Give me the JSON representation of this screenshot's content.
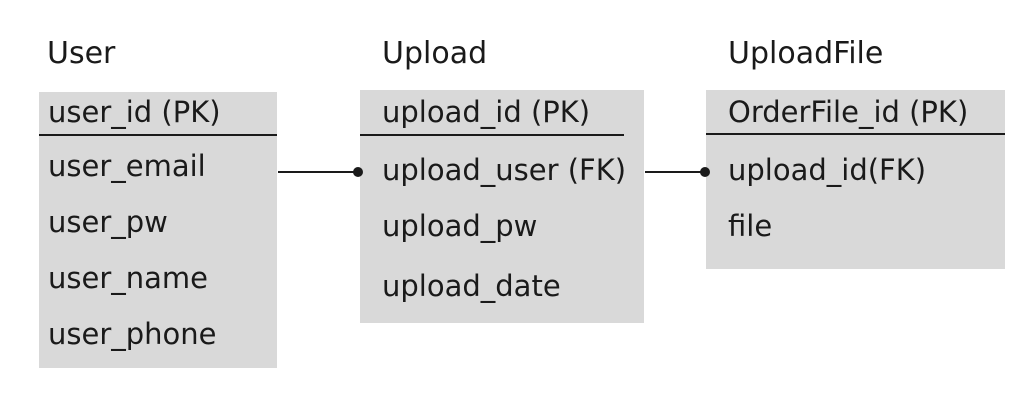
{
  "entities": [
    {
      "title": "User",
      "pk": "user_id (PK)",
      "attributes": [
        "user_email",
        "user_pw",
        "user_name",
        "user_phone"
      ]
    },
    {
      "title": "Upload",
      "pk": "upload_id (PK)",
      "attributes": [
        "upload_user (FK)",
        "upload_pw",
        "upload_date"
      ]
    },
    {
      "title": "UploadFile",
      "pk": "OrderFile_id (PK)",
      "attributes": [
        "upload_id(FK)",
        "file"
      ]
    }
  ],
  "colors": {
    "box_fill": "#d9d9d9",
    "line": "#1a1a1a",
    "background": "#ffffff"
  }
}
